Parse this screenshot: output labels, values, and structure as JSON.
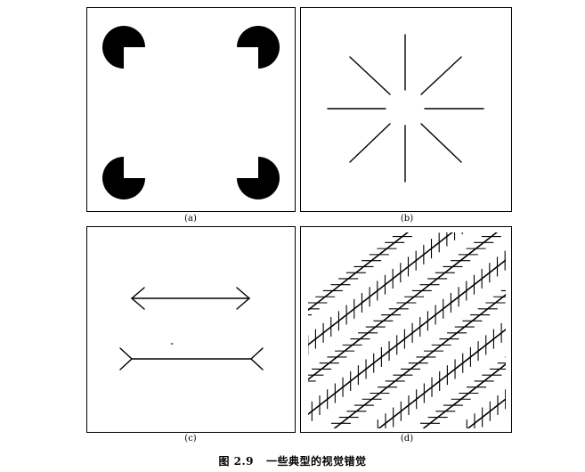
{
  "figure": {
    "panels": [
      {
        "id": "a",
        "label": "(a)",
        "illusion": "kanizsa-square"
      },
      {
        "id": "b",
        "label": "(b)",
        "illusion": "ehrenstein-lines"
      },
      {
        "id": "c",
        "label": "(c)",
        "illusion": "muller-lyer"
      },
      {
        "id": "d",
        "label": "(d)",
        "illusion": "zollner"
      }
    ],
    "caption_number": "图 2.9",
    "caption_text": "一些典型的视觉错觉"
  }
}
